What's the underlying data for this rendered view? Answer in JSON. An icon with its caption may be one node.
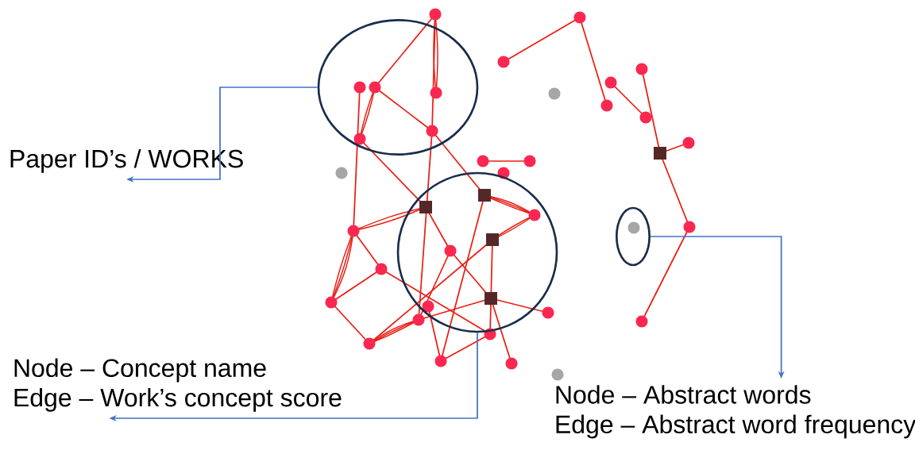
{
  "diagram": {
    "nodes": [
      {
        "text": [],
        "shape": "ellipse"
      },
      {
        "text": [
          "Paper ID’s / WORKS"
        ]
      },
      {
        "text": [],
        "shape": "ellipse"
      },
      {
        "text": [],
        "shape": "ellipse"
      },
      {
        "text": [
          "Node – Concept name",
          "Edge – Work’s concept score"
        ]
      },
      {
        "text": [
          "Node – Abstract words",
          "Edge – Abstract word frequency"
        ]
      }
    ],
    "edges": [
      {
        "from": 0,
        "to": 1,
        "arrow": "to",
        "color": "#4472c4"
      },
      {
        "from": 2,
        "to": 4,
        "arrow": "to",
        "color": "#4472c4"
      },
      {
        "from": 3,
        "to": 5,
        "arrow": "to",
        "color": "#4472c4"
      }
    ]
  }
}
